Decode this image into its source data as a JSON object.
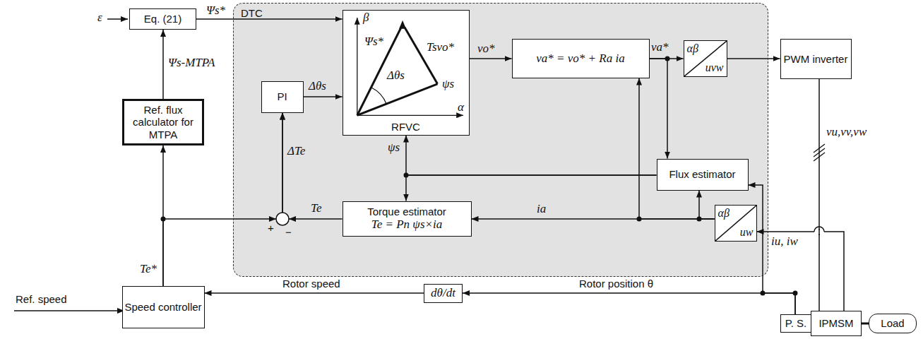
{
  "diagram": {
    "nodes": [
      {
        "text": [
          "DTC"
        ]
      },
      {
        "text": [
          "Eq. (21)"
        ]
      },
      {
        "text": [
          "Ref. flux calculator for MTPA"
        ]
      },
      {
        "text": [
          "Speed controller"
        ]
      },
      {
        "text": [
          "RFVC"
        ],
        "in": 0
      },
      {
        "text": [
          "PI"
        ],
        "in": 0
      },
      {
        "text": [
          "va* = vo* + Ra ia"
        ],
        "in": 0
      },
      {
        "text": [
          "αβ",
          "uvw"
        ],
        "in": 0
      },
      {
        "text": [
          "PWM inverter"
        ]
      },
      {
        "text": [
          "Flux estimator"
        ],
        "in": 0
      },
      {
        "text": [
          "Torque estimator",
          "Te = Pn ψs×ia"
        ],
        "in": 0
      },
      {
        "text": [
          "αβ",
          "uw"
        ],
        "in": 0
      },
      {
        "text": [
          "IPMSM"
        ]
      },
      {
        "text": [
          "Load"
        ]
      },
      {
        "text": [
          "P. S."
        ]
      },
      {
        "text": [
          "dθ/dt"
        ]
      }
    ],
    "edges": [
      {
        "from": 2,
        "to": 1,
        "arrow": "to",
        "label": "Ψs-MTPA"
      },
      {
        "from": 1,
        "to": 4,
        "arrow": "to",
        "label": "Ψs*"
      },
      {
        "from": 3,
        "to": 2,
        "arrow": "to",
        "label": "Te*"
      },
      {
        "from": 3,
        "to": 5,
        "arrow": "to",
        "label": "ΔTe"
      },
      {
        "from": 10,
        "to": 5,
        "arrow": "to",
        "label": "Te"
      },
      {
        "from": 5,
        "to": 4,
        "arrow": "to",
        "label": "Δθs"
      },
      {
        "from": 4,
        "to": 6,
        "arrow": "to",
        "label": "vo*"
      },
      {
        "from": 6,
        "to": 7,
        "arrow": "to",
        "label": "va*"
      },
      {
        "from": 7,
        "to": 8,
        "arrow": "to"
      },
      {
        "from": 8,
        "to": 12,
        "arrow": "none",
        "label": "vu,vv,vw"
      },
      {
        "from": 12,
        "to": 11,
        "arrow": "to",
        "label": "iu, iw"
      },
      {
        "from": 11,
        "to": 10,
        "arrow": "to",
        "label": "ia"
      },
      {
        "from": 11,
        "to": 6,
        "arrow": "to"
      },
      {
        "from": 11,
        "to": 9,
        "arrow": "to"
      },
      {
        "from": 6,
        "to": 9,
        "arrow": "to"
      },
      {
        "from": 9,
        "to": 4,
        "arrow": "to",
        "label": "ψs"
      },
      {
        "from": 9,
        "to": 10,
        "arrow": "to"
      },
      {
        "from": 14,
        "to": 9,
        "arrow": "to"
      },
      {
        "from": 14,
        "to": 15,
        "arrow": "to",
        "label": "Rotor position θ"
      },
      {
        "from": 15,
        "to": 3,
        "arrow": "to",
        "label": "Rotor speed"
      }
    ],
    "labels": [
      "ε",
      "Ref. speed",
      "β",
      "α",
      "Ψs*",
      "Tsvo*",
      "Δθs",
      "ψs",
      "+",
      "−"
    ]
  }
}
